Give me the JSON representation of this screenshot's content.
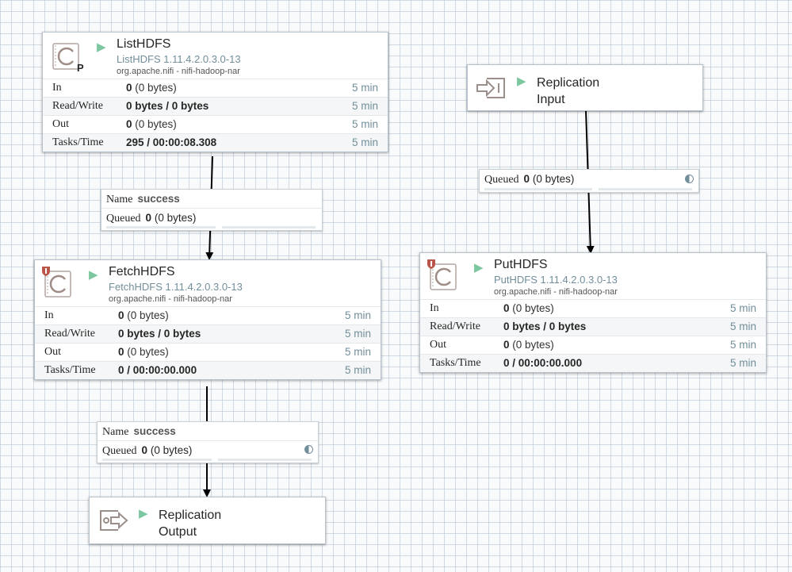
{
  "processors": {
    "list": {
      "name": "ListHDFS",
      "version": "ListHDFS 1.11.4.2.0.3.0-13",
      "bundle": "org.apache.nifi - nifi-hadoop-nar",
      "badge": "P",
      "icon": "processor-icon",
      "rows": [
        {
          "label": "In",
          "bold": "0",
          "rest": " (0 bytes)",
          "time": "5 min"
        },
        {
          "label": "Read/Write",
          "bold": "0 bytes / 0 bytes",
          "rest": "",
          "time": "5 min"
        },
        {
          "label": "Out",
          "bold": "0",
          "rest": " (0 bytes)",
          "time": "5 min"
        },
        {
          "label": "Tasks/Time",
          "bold": "295 / 00:00:08.308",
          "rest": "",
          "time": "5 min"
        }
      ]
    },
    "fetch": {
      "name": "FetchHDFS",
      "version": "FetchHDFS 1.11.4.2.0.3.0-13",
      "bundle": "org.apache.nifi - nifi-hadoop-nar",
      "icon": "processor-icon",
      "rows": [
        {
          "label": "In",
          "bold": "0",
          "rest": " (0 bytes)",
          "time": "5 min"
        },
        {
          "label": "Read/Write",
          "bold": "0 bytes / 0 bytes",
          "rest": "",
          "time": "5 min"
        },
        {
          "label": "Out",
          "bold": "0",
          "rest": " (0 bytes)",
          "time": "5 min"
        },
        {
          "label": "Tasks/Time",
          "bold": "0 / 00:00:00.000",
          "rest": "",
          "time": "5 min"
        }
      ]
    },
    "put": {
      "name": "PutHDFS",
      "version": "PutHDFS 1.11.4.2.0.3.0-13",
      "bundle": "org.apache.nifi - nifi-hadoop-nar",
      "icon": "processor-icon",
      "rows": [
        {
          "label": "In",
          "bold": "0",
          "rest": " (0 bytes)",
          "time": "5 min"
        },
        {
          "label": "Read/Write",
          "bold": "0 bytes / 0 bytes",
          "rest": "",
          "time": "5 min"
        },
        {
          "label": "Out",
          "bold": "0",
          "rest": " (0 bytes)",
          "time": "5 min"
        },
        {
          "label": "Tasks/Time",
          "bold": "0 / 00:00:00.000",
          "rest": "",
          "time": "5 min"
        }
      ]
    }
  },
  "ports": {
    "input": {
      "line1": "Replication",
      "line2": "Input",
      "icon": "input-port-icon"
    },
    "output": {
      "line1": "Replication",
      "line2": "Output",
      "icon": "output-port-icon"
    }
  },
  "connections": {
    "list_to_fetch": {
      "name_label": "Name",
      "name": "success",
      "queued_label": "Queued",
      "queued_bold": "0",
      "queued_rest": "(0 bytes)"
    },
    "input_to_put": {
      "queued_label": "Queued",
      "queued_bold": "0",
      "queued_rest": "(0 bytes)"
    },
    "fetch_to_output": {
      "name_label": "Name",
      "name": "success",
      "queued_label": "Queued",
      "queued_bold": "0",
      "queued_rest": "(0 bytes)"
    }
  },
  "colors": {
    "run_indicator": "#7dc7a0",
    "version_text": "#728e9b",
    "restricted_shield": "#ba554a",
    "edge": "#000000"
  }
}
